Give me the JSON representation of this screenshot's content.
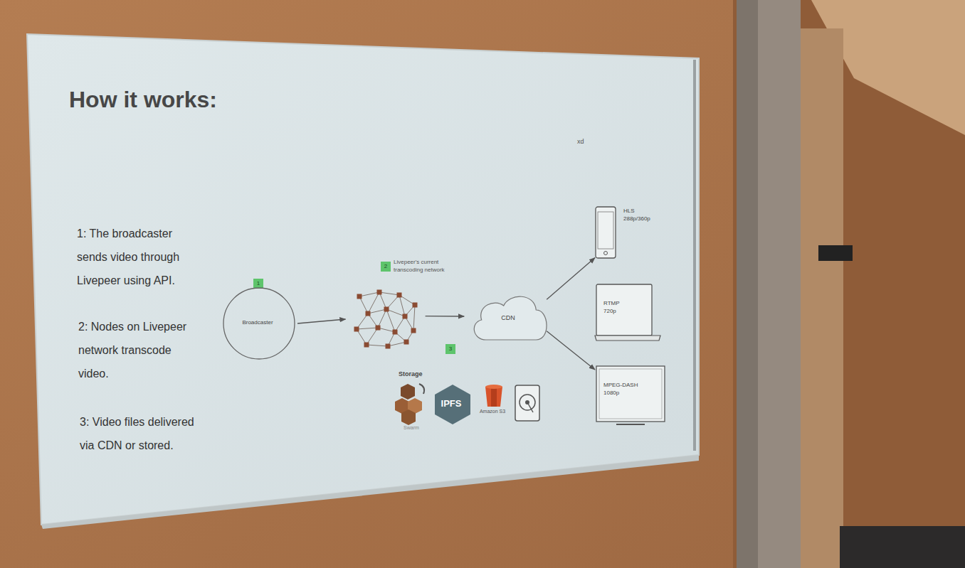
{
  "diagram": {
    "title": "How it works:",
    "nodes": [
      {
        "text": [
          "Broadcaster"
        ]
      },
      {
        "text": [
          "Livepeer's current transcoding network"
        ]
      },
      {
        "text": [
          "CDN"
        ]
      },
      {
        "text": [
          "HLS",
          "288p/360p"
        ]
      },
      {
        "text": [
          "RTMP",
          "720p"
        ]
      },
      {
        "text": [
          "MPEG-DASH",
          "1080p"
        ]
      },
      {
        "text": [
          "Swarm"
        ]
      },
      {
        "text": [
          "IPFS"
        ]
      },
      {
        "text": [
          "Amazon S3"
        ]
      }
    ],
    "edges": [
      {
        "from": 0,
        "to": 1,
        "arrow": "to"
      },
      {
        "from": 1,
        "to": 2,
        "arrow": "to"
      },
      {
        "from": 2,
        "to": 3,
        "arrow": "to"
      },
      {
        "from": 2,
        "to": 5,
        "arrow": "to"
      }
    ],
    "labels": [
      "1: The broadcaster sends video through Livepeer using API.",
      "2: Nodes on Livepeer network transcode video.",
      "3: Video files delivered via CDN or stored.",
      "xd",
      "1",
      "2",
      "3",
      "Storage"
    ]
  }
}
